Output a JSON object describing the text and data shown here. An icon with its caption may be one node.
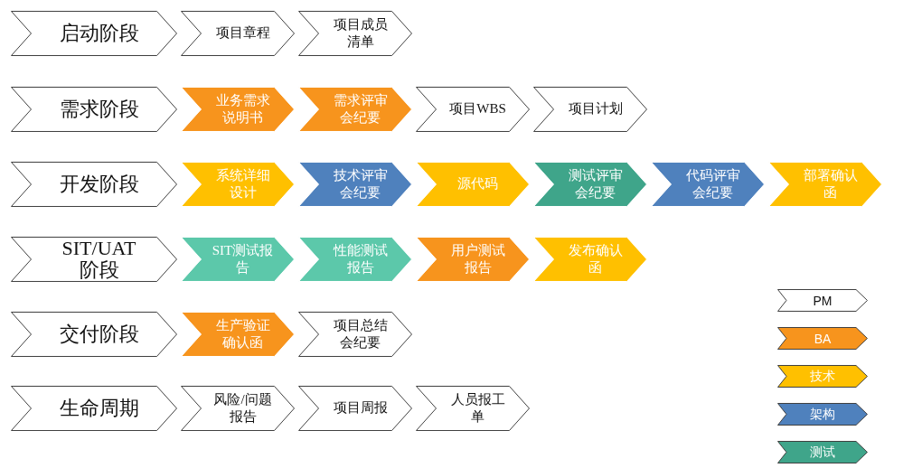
{
  "diagram": {
    "nodes": [
      {
        "text": [
          "启动阶段"
        ]
      },
      {
        "text": [
          "项目章程"
        ]
      },
      {
        "text": [
          "项目成员清单"
        ]
      },
      {
        "text": [
          "需求阶段"
        ]
      },
      {
        "text": [
          "业务需求说明书"
        ]
      },
      {
        "text": [
          "需求评审会纪要"
        ]
      },
      {
        "text": [
          "项目WBS"
        ]
      },
      {
        "text": [
          "项目计划"
        ]
      },
      {
        "text": [
          "开发阶段"
        ]
      },
      {
        "text": [
          "系统详细设计"
        ]
      },
      {
        "text": [
          "技术评审会纪要"
        ]
      },
      {
        "text": [
          "源代码"
        ]
      },
      {
        "text": [
          "测试评审会纪要"
        ]
      },
      {
        "text": [
          "代码评审会纪要"
        ]
      },
      {
        "text": [
          "部署确认函"
        ]
      },
      {
        "text": [
          "SIT/UAT阶段"
        ]
      },
      {
        "text": [
          "SIT测试报告"
        ]
      },
      {
        "text": [
          "性能测试报告"
        ]
      },
      {
        "text": [
          "用户测试报告"
        ]
      },
      {
        "text": [
          "发布确认函"
        ]
      },
      {
        "text": [
          "交付阶段"
        ]
      },
      {
        "text": [
          "生产验证确认函"
        ]
      },
      {
        "text": [
          "项目总结会纪要"
        ]
      },
      {
        "text": [
          "生命周期"
        ]
      },
      {
        "text": [
          "风险/问题报告"
        ]
      },
      {
        "text": [
          "项目周报"
        ]
      },
      {
        "text": [
          "人员报工单"
        ]
      }
    ],
    "legend": [
      {
        "text": "PM",
        "color": "#ffffff"
      },
      {
        "text": "BA",
        "color": "#f7941d"
      },
      {
        "text": "技术",
        "color": "#ffc000"
      },
      {
        "text": "架构",
        "color": "#4f81bd"
      },
      {
        "text": "测试",
        "color": "#3fa58a"
      }
    ]
  }
}
